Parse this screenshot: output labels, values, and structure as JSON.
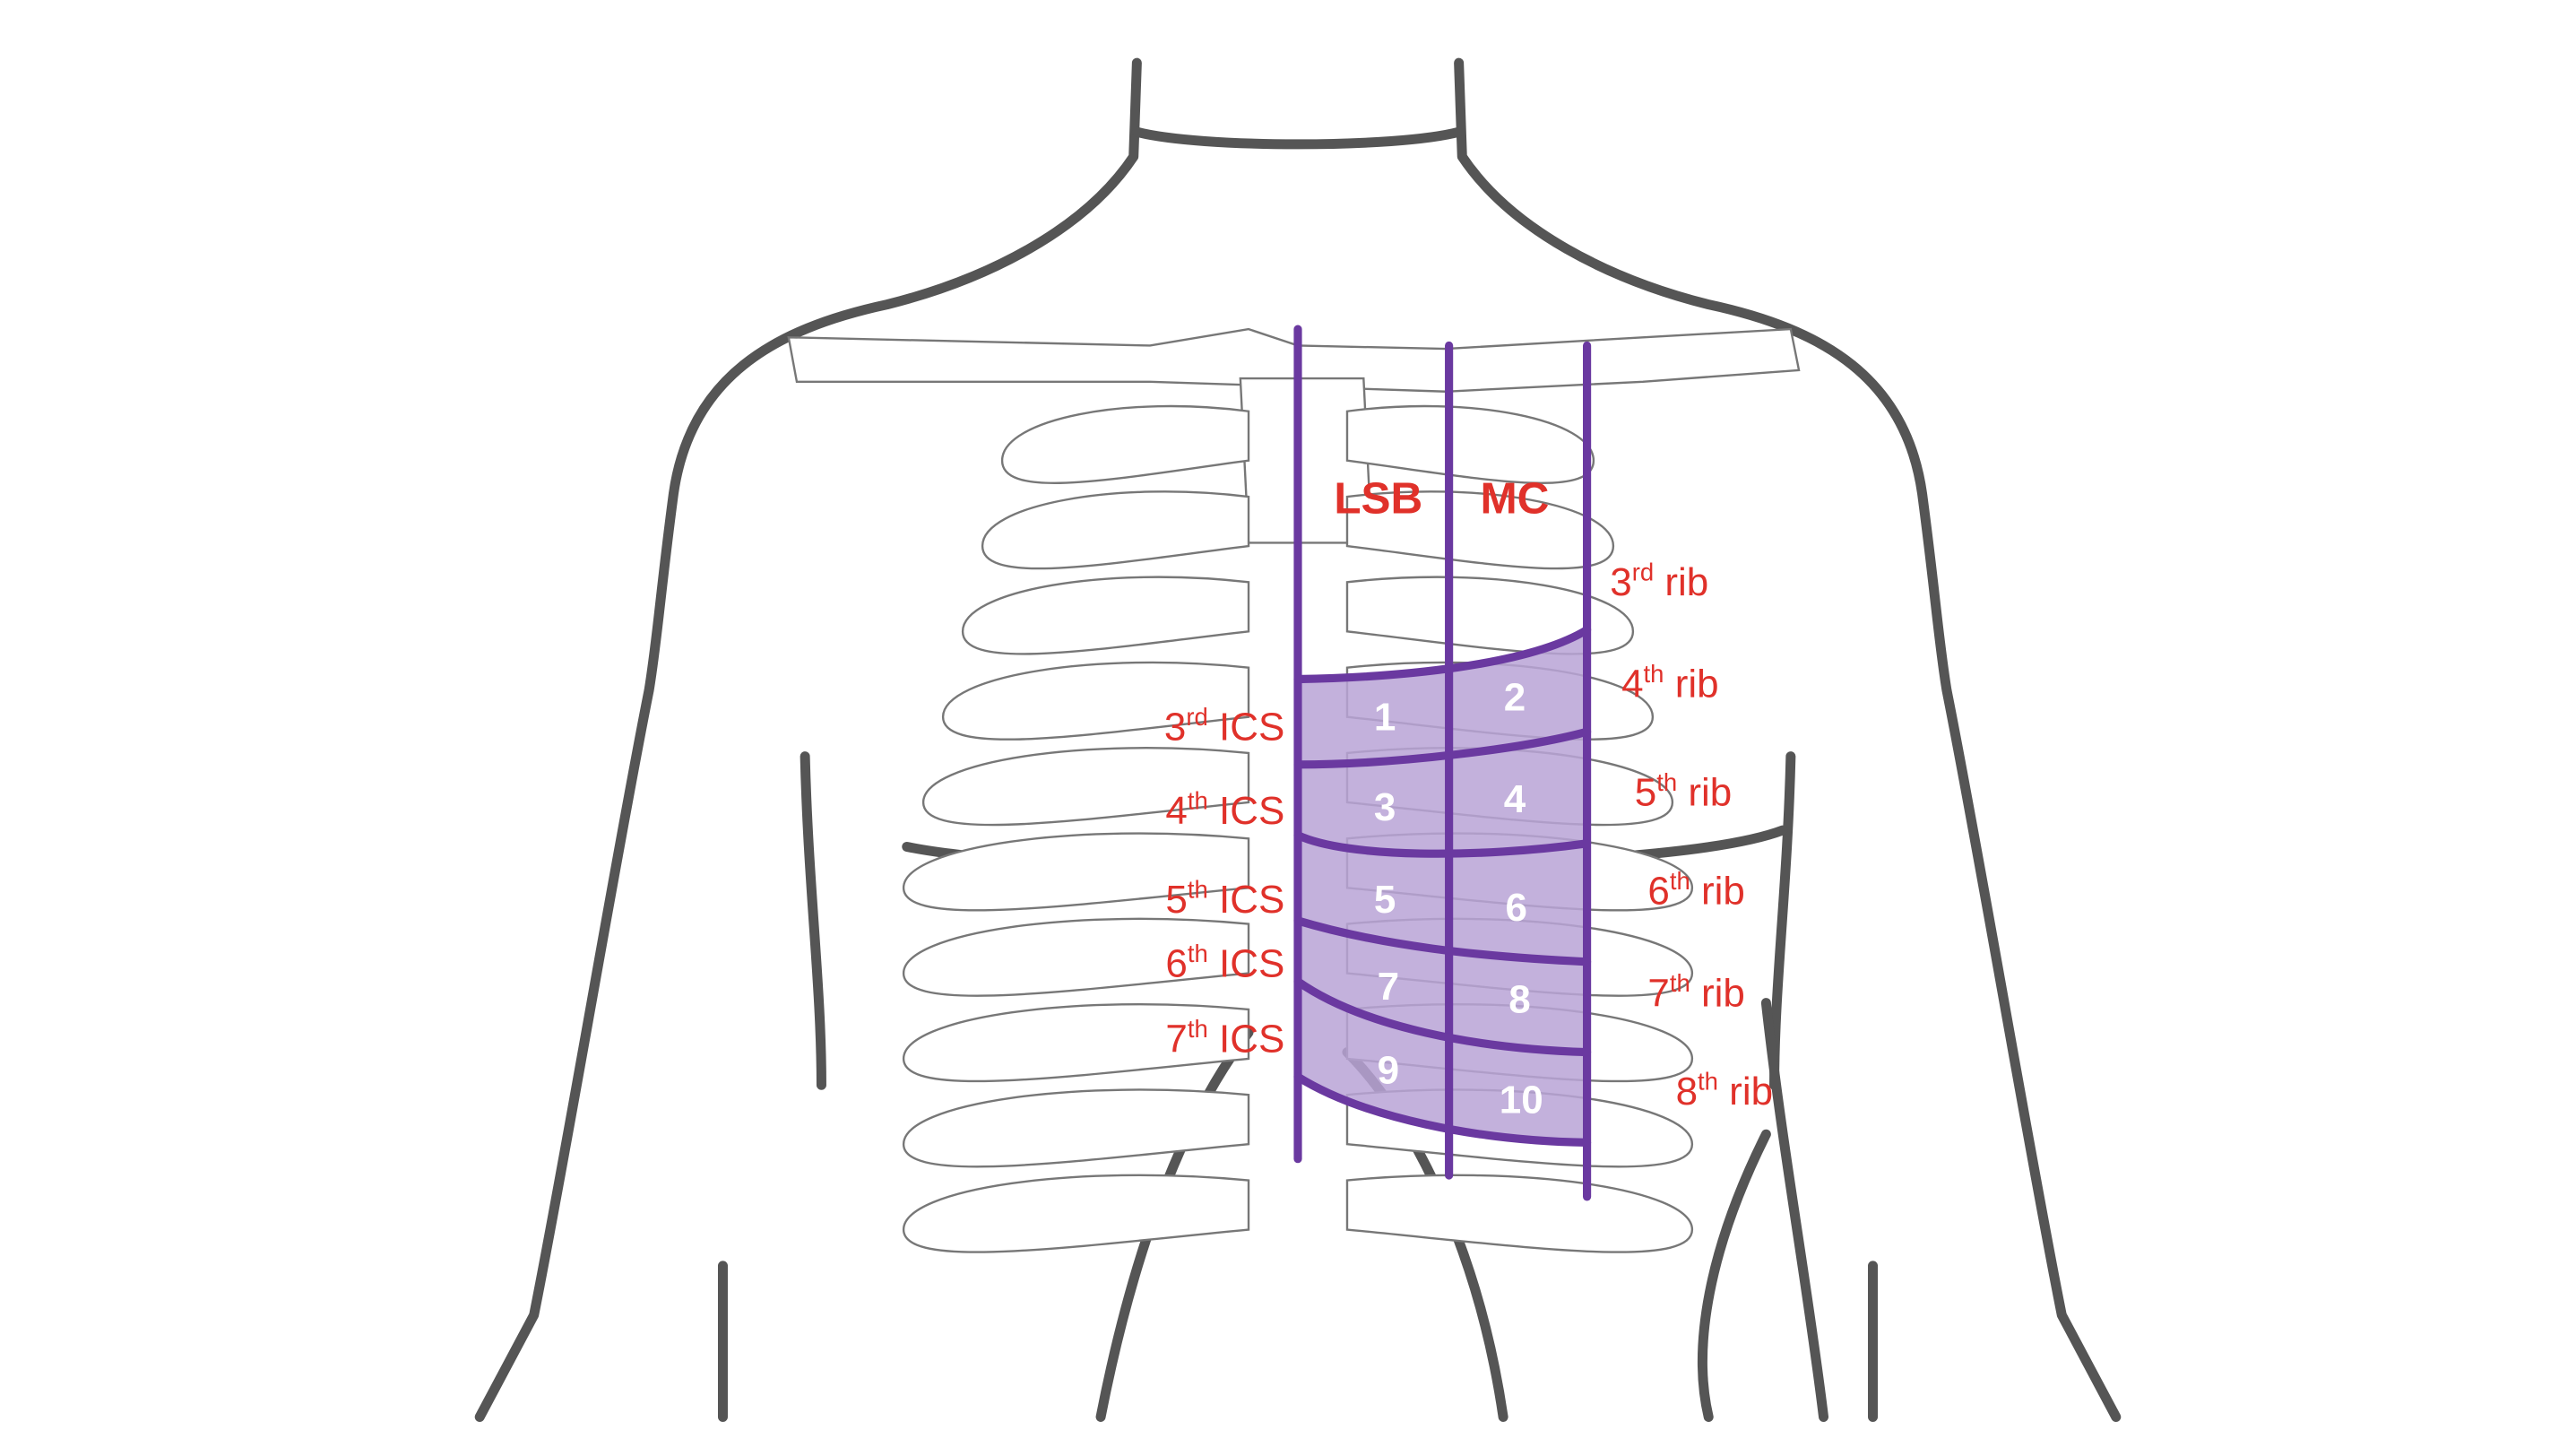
{
  "title_labels": {
    "lsb": "LSB",
    "mc": "MC"
  },
  "zone_numbers": [
    "1",
    "2",
    "3",
    "4",
    "5",
    "6",
    "7",
    "8",
    "9",
    "10"
  ],
  "ics_labels": [
    {
      "num": "3",
      "sup": "rd",
      "text": "ICS"
    },
    {
      "num": "4",
      "sup": "th",
      "text": "ICS"
    },
    {
      "num": "5",
      "sup": "th",
      "text": "ICS"
    },
    {
      "num": "6",
      "sup": "th",
      "text": "ICS"
    },
    {
      "num": "7",
      "sup": "th",
      "text": "ICS"
    }
  ],
  "rib_labels": [
    {
      "num": "3",
      "sup": "rd",
      "text": "rib"
    },
    {
      "num": "4",
      "sup": "th",
      "text": "rib"
    },
    {
      "num": "5",
      "sup": "th",
      "text": "rib"
    },
    {
      "num": "6",
      "sup": "th",
      "text": "rib"
    },
    {
      "num": "7",
      "sup": "th",
      "text": "rib"
    },
    {
      "num": "8",
      "sup": "th",
      "text": "rib"
    }
  ],
  "colors": {
    "label": "#e0312a",
    "grid": "#6a39a0",
    "shade": "#b9a3d6",
    "outline": "#555555"
  }
}
